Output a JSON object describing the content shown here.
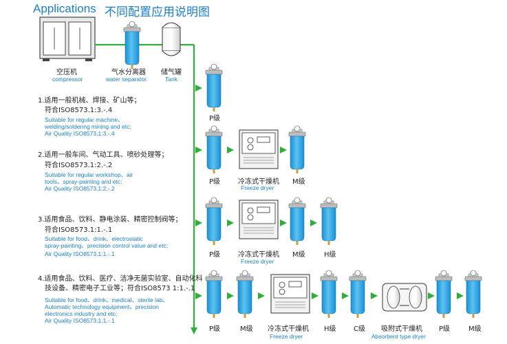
{
  "title": {
    "en": "Applications",
    "cn": "不同配置应用说明图"
  },
  "top": {
    "compressor": {
      "cn": "空压机",
      "en": "compressor"
    },
    "separator": {
      "cn": "气水分离器",
      "en": "water separator"
    },
    "tank": {
      "cn": "储气罐",
      "en": "Tank"
    }
  },
  "rows": [
    {
      "cn1": "1.适用一般机械、焊接、矿山等；",
      "cn2": "符合ISO8573.1:3.-.4",
      "en1": "Suitable for regular machine、",
      "en2": "welding/soldering mining and etc;",
      "en3": "Air Quality ISO8573.1:3.-.4",
      "p": "P级"
    },
    {
      "cn1": "2.适用一般车间、气动工具、喷砂处理等；",
      "cn2": "符合ISO8573.1:2.-.2",
      "en1": "Suitable for regular workshop、air",
      "en2": "tools、spray-painting and etc;",
      "en3": "Air Quality ISO8573.1:2.-.2",
      "p": "P级",
      "dryer_cn": "冷冻式干燥机",
      "dryer_en": "Freeze dryer",
      "m": "M级"
    },
    {
      "cn1": "3.适用食品、饮料、静电涂装、精密控制阀等；",
      "cn2": "符合ISO8573.1:1.-.1",
      "en1": "Suitable for food、drink、electrostatic",
      "en2": "spray-painting、precision control value and etc;",
      "en3": "Air Quality ISO8573.1:1.-.1",
      "p": "P级",
      "dryer_cn": "冷冻式干燥机",
      "dryer_en": "Freeze dryer",
      "m": "M级",
      "h": "H级"
    },
    {
      "cn1": "4.适用食品、饮料、医疗、洁净无菌实验室、自动化科",
      "cn2": "技设备、精密电子工业等；符合ISO8573 1:1.-.1",
      "en1": "Suitable for food、drink、medical、sterile lab、",
      "en2": "Automatic technology equipment、precision",
      "en3": "electronics industry and etc;",
      "en4": "Air Quality ISO8573.1:1.-.1",
      "p": "P级",
      "m": "M级",
      "dryer_cn": "冷冻式干燥机",
      "dryer_en": "Freeze dryer",
      "h": "H级",
      "c": "C级",
      "ads_cn": "吸附式干燥机",
      "ads_en": "Absorbent type dryer",
      "p2": "P级",
      "m2": "M级"
    }
  ],
  "colors": {
    "pipe": "#2fae3a",
    "filter": "#2aa3e0",
    "title": "#1b7fc6"
  }
}
